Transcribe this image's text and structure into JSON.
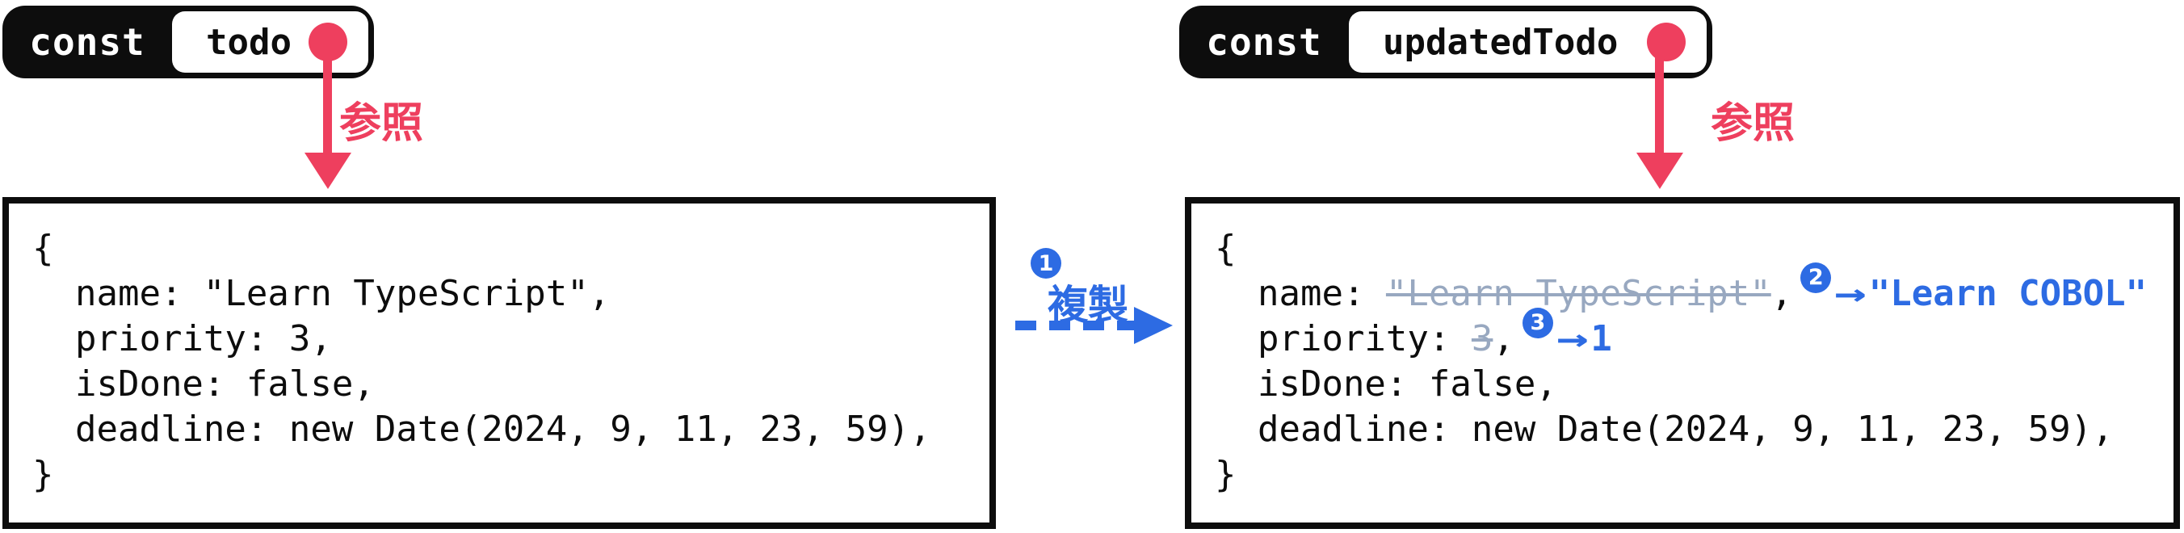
{
  "colors": {
    "pink": "#ee3f5e",
    "blue": "#2d6be3",
    "muted_strikethrough": "#98a8c0",
    "ink": "#0d0d0d"
  },
  "left_variable": {
    "keyword": "const",
    "name": "todo",
    "pointer_label": "参照"
  },
  "right_variable": {
    "keyword": "const",
    "name": "updatedTodo",
    "pointer_label": "参照"
  },
  "copy_annotation": {
    "step_badge": "1",
    "label": "複製"
  },
  "todo_object": {
    "lines": [
      "{",
      "  name: \"Learn TypeScript\",",
      "  priority: 3,",
      "  isDone: false,",
      "  deadline: new Date(2024, 9, 11, 23, 59),",
      "}"
    ]
  },
  "updated_object": {
    "open_brace": "{",
    "name_line": {
      "prefix": "  name: ",
      "old_value": "\"Learn TypeScript\"",
      "comma": ",",
      "step_badge": "2",
      "arrow": "→",
      "new_value": "\"Learn COBOL\""
    },
    "priority_line": {
      "prefix": "  priority: ",
      "old_value": "3",
      "comma": ",",
      "step_badge": "3",
      "arrow": "→",
      "new_value": "1"
    },
    "isdone_line": "  isDone: false,",
    "deadline_line": "  deadline: new Date(2024, 9, 11, 23, 59),",
    "close_brace": "}"
  }
}
